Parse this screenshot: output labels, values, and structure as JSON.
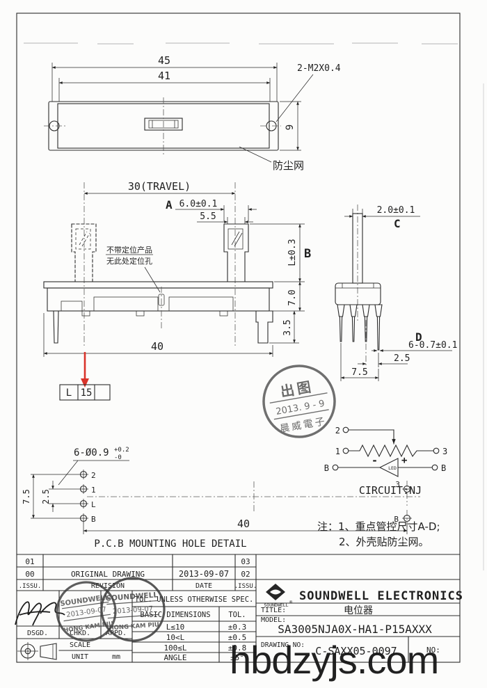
{
  "page": {
    "watermark": "hbdzyjs.com"
  },
  "top_view": {
    "dim_width_outer": "45",
    "dim_width_inner": "41",
    "screw_callout": "2-M2X0.4",
    "dim_height": "9",
    "dust_net_label": "防尘网"
  },
  "side_view": {
    "dim_travel": "30(TRAVEL)",
    "label_a": "A",
    "dim_knob_top": "6.0±0.1",
    "dim_stem": "5.5",
    "note_line1": "不带定位产品",
    "note_line2": "无此处定位孔",
    "dim_lever_height": "L±0.3",
    "label_b": "B",
    "dim_body_height": "7.0",
    "dim_bracket": "3.5",
    "dim_body_width": "40"
  },
  "end_view": {
    "dim_stem_width": "2.0±0.1",
    "label_c": "C",
    "label_d": "D",
    "dim_pin_width": "6-0.7±0.1",
    "dim_pin_pitch": "2.5",
    "dim_pin_span": "7.5"
  },
  "length_code_box": {
    "col1": "L",
    "col2": "15",
    "col3": ""
  },
  "release_stamp": {
    "line1": "出图",
    "date": "2013. 9 - 9",
    "company": "晨威電子"
  },
  "circuit": {
    "terminal_2": "2",
    "terminal_1": "1",
    "terminal_3": "3",
    "terminal_b_left": "B",
    "terminal_b_right": "B",
    "minus": "-",
    "plus": "+",
    "led_label": "LED",
    "caption": "CIRCUIT:NJ"
  },
  "notes": {
    "line1": "注：1、重点管控尺寸A-D;",
    "line2": "2、外壳贴防尘网。"
  },
  "pcb_detail": {
    "hole_callout": "6-Ø0.9",
    "hole_tol_upper": "+0.2",
    "hole_tol_lower": "-0",
    "dim_span": "7.5",
    "dim_pitch": "2.5",
    "holes_left": [
      "2",
      "1",
      "L",
      "B"
    ],
    "hole_right_top": "3",
    "hole_right_bottom": "B",
    "dim_length": "40",
    "caption": "P.C.B MOUNTING HOLE DETAIL"
  },
  "revision_table": {
    "rows": [
      {
        "issu": "01",
        "revision": "",
        "date": "",
        "issu2": "03"
      },
      {
        "issu": "00",
        "revision": "ORIGINAL  DRAWING",
        "date": "2013-09-07",
        "issu2": "02"
      },
      {
        "issu": ".ISSU.",
        "revision": "REVISION",
        "date": "DATE",
        "issu2": ".ISSU."
      }
    ]
  },
  "approval": {
    "dsgd": "DSGD.",
    "chkd": "CHKD.",
    "appd": "APPD.",
    "scale": "SCALE",
    "unit": "UNIT",
    "unit_value": "mm"
  },
  "tolerance_table": {
    "header": "TOL. UNLESS OTHERWISE SPEC.",
    "col_dim": "BASIC DIMENSIONS",
    "col_tol": "TOL.",
    "rows": [
      {
        "dim": "L≤10",
        "tol": "±0.3"
      },
      {
        "dim": "10<L",
        "tol": "±0.5"
      },
      {
        "dim": "100≤L",
        "tol": "±0.8"
      },
      {
        "dim": "ANGLE",
        "tol": "±5°"
      }
    ]
  },
  "title_block": {
    "logo_text": "SOUNDWELL",
    "reg_mark": "®",
    "company": "SOUNDWELL ELECTRONICS",
    "title_label": "TITLE:",
    "title_value": "电位器",
    "model_label": "MODEL:",
    "model_value": "SA3005NJA0X-HA1-P15AXXX",
    "drawing_no_label": "DRAWING NO:",
    "drawing_no_value": "C-SAXX05-0097",
    "no_label": "NO:"
  },
  "approval_stamps": {
    "name": "SOUNDWELL",
    "date": "2013-09-07",
    "signer": "HONG KAM PIU"
  }
}
